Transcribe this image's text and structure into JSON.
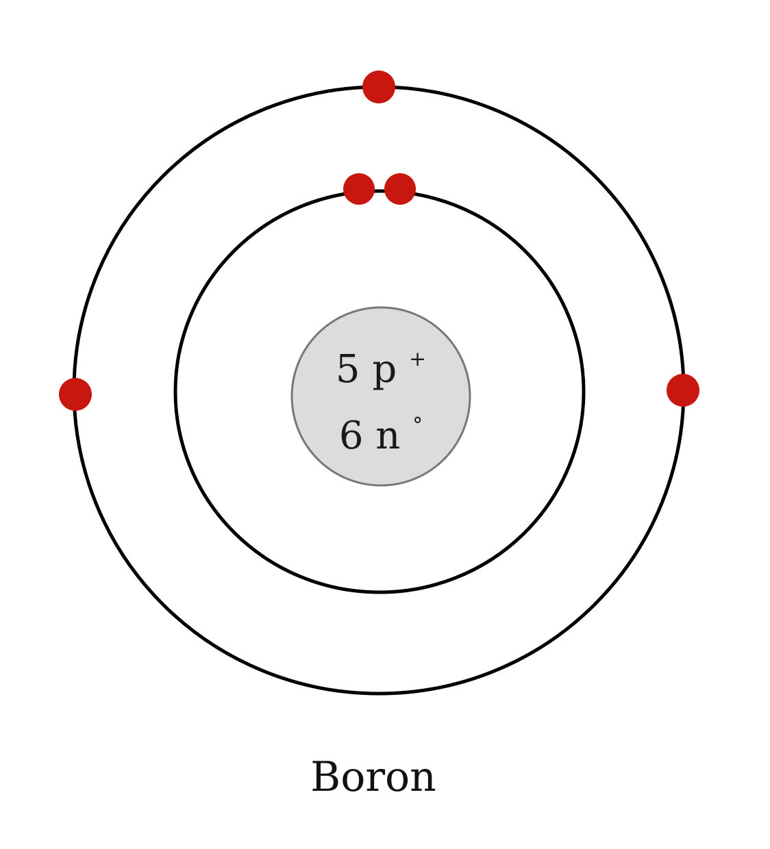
{
  "atom": {
    "element_name": "Boron",
    "protons": {
      "count": "5",
      "symbol": "p",
      "superscript": "+"
    },
    "neutrons": {
      "count": "6",
      "symbol": "n",
      "superscript": "°"
    },
    "shells": [
      {
        "name": "inner-shell",
        "electrons": 2
      },
      {
        "name": "outer-shell",
        "electrons": 3
      }
    ]
  },
  "colors": {
    "electron": "#c8170e",
    "orbit": "#000000",
    "nucleus_fill": "#dcdcdc",
    "nucleus_stroke": "#777777"
  }
}
